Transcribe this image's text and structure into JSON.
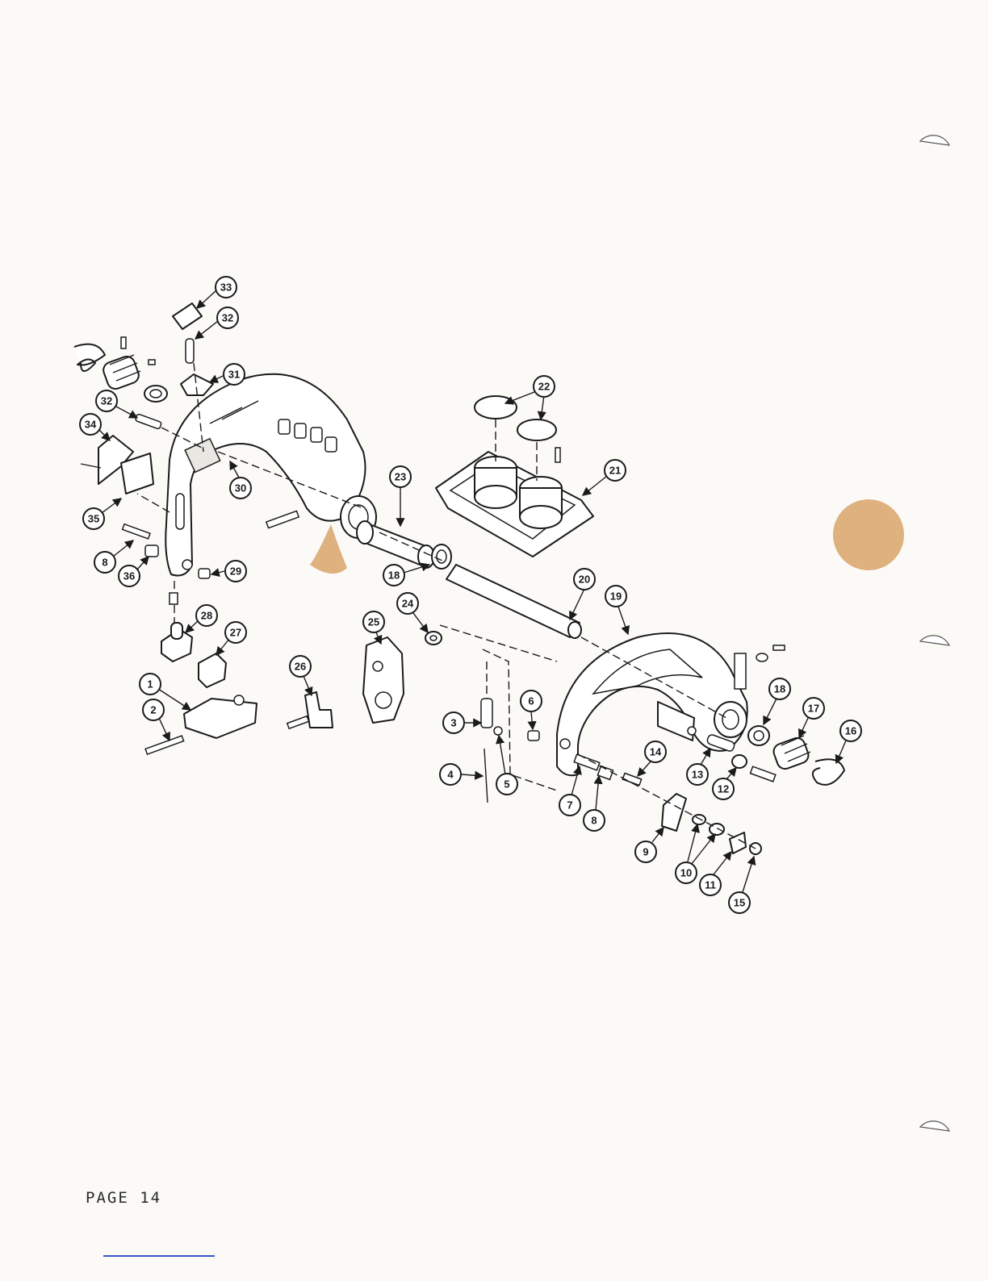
{
  "page_footer": "PAGE 14",
  "callouts": [
    "1",
    "2",
    "3",
    "4",
    "5",
    "6",
    "7",
    "8",
    "8",
    "9",
    "10",
    "11",
    "12",
    "13",
    "14",
    "15",
    "16",
    "17",
    "18",
    "18",
    "19",
    "20",
    "21",
    "22",
    "23",
    "24",
    "25",
    "26",
    "27",
    "28",
    "29",
    "30",
    "31",
    "32",
    "32",
    "33",
    "34",
    "35",
    "36"
  ],
  "colors": {
    "paper": "#fbfaf7",
    "ink": "#1b1b1b",
    "stain": "#d8a36a",
    "rule": "#3b56c9"
  }
}
